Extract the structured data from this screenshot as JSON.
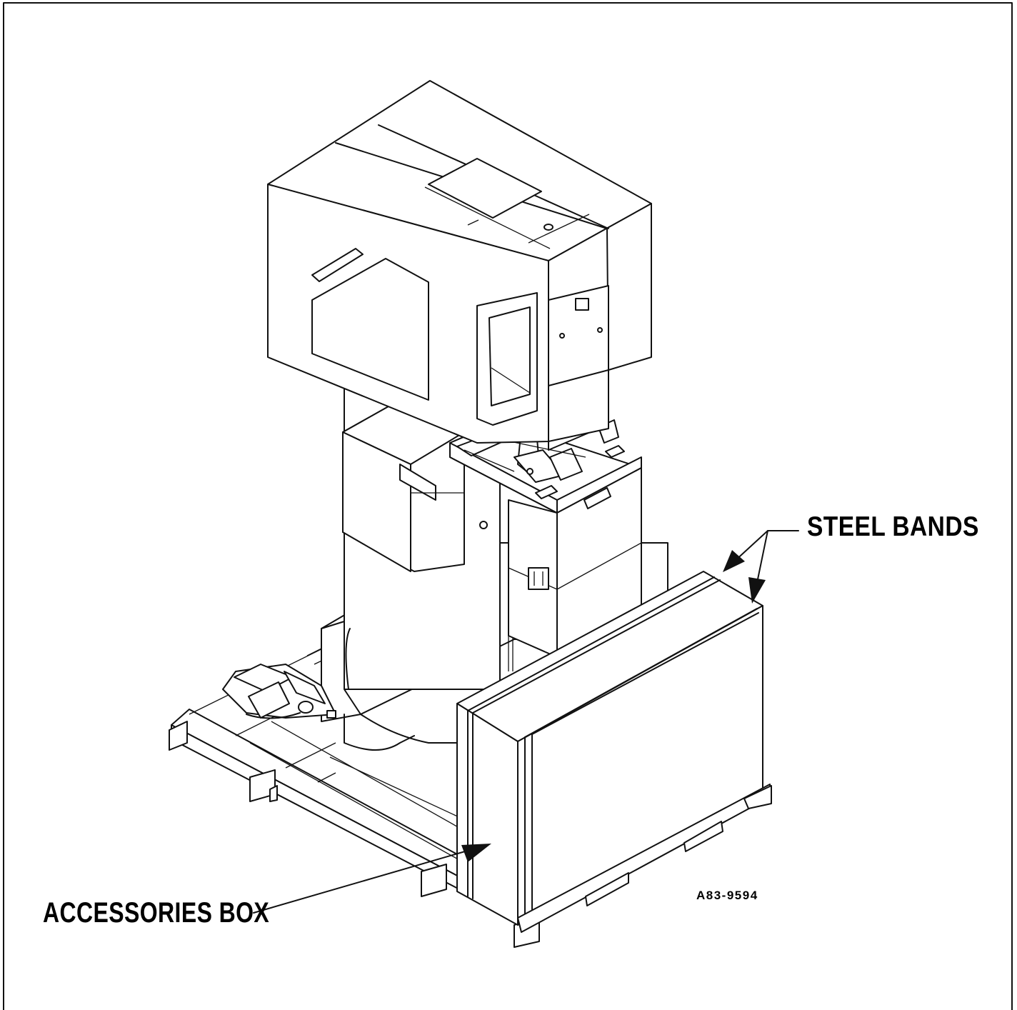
{
  "callouts": {
    "steel_bands": "STEEL BANDS",
    "accessories_box": "ACCESSORIES BOX"
  },
  "figure_id": "A83-9594",
  "colors": {
    "ink": "#111111",
    "paper": "#ffffff"
  }
}
